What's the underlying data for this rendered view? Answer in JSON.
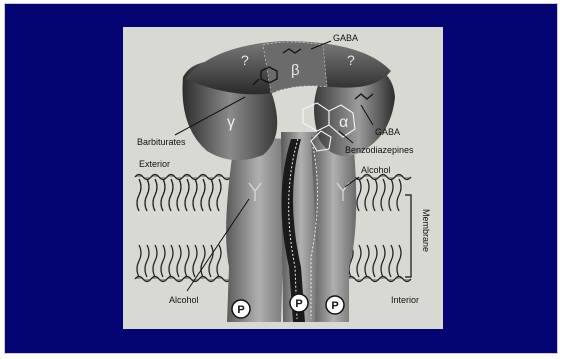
{
  "slide": {
    "background": "#040472"
  },
  "diagram": {
    "labels": {
      "gaba_top": "GABA",
      "q_left": "?",
      "beta": "β",
      "q_right": "?",
      "gamma": "γ",
      "alpha": "α",
      "gaba_right": "GABA",
      "barbiturates": "Barbiturates",
      "benzodiazepines": "Benzodiazepines",
      "exterior": "Exterior",
      "alcohol_right": "Alcohol",
      "membrane": "Membrane",
      "alcohol_left": "Alcohol",
      "interior": "Interior",
      "p1": "P",
      "p2": "P",
      "p3": "P"
    }
  }
}
